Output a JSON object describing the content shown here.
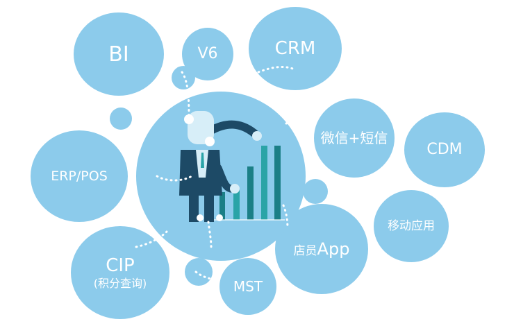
{
  "bubbles": {
    "bi": "BI",
    "v6": "V6",
    "crm": "CRM",
    "wechat_sms": "微信+短信",
    "cdm": "CDM",
    "erp_pos": "ERP/POS",
    "mobile_app": "移动应用",
    "store_app_prefix": "店员",
    "store_app_suffix": "App",
    "cip": "CIP",
    "cip_sub": "(积分查询)",
    "mst": "MST"
  },
  "colors": {
    "bubble": "#8ccbeb",
    "text": "#ffffff",
    "chart_dark": "#1b7f86",
    "chart_light": "#2aa4a7",
    "suit": "#1d4a66",
    "shirt": "#d7eef8"
  },
  "icons": [
    "businessman-icon",
    "bar-chart-icon"
  ]
}
